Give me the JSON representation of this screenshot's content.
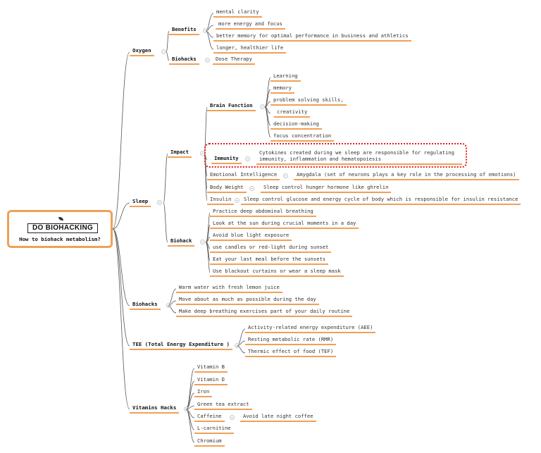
{
  "root": {
    "logo": "DO BIOHACKING",
    "title": "How to biohack metabolism?"
  },
  "oxygen": {
    "label": "Oxygen",
    "benefits": {
      "label": "Benefits",
      "items": [
        "mental clarity",
        "more energy and focus",
        "better memory for optimal performance in business and athletics",
        "longer, healthier life"
      ]
    },
    "biohacks": {
      "label": "Biohacks",
      "items": [
        "Dose Therapy"
      ]
    }
  },
  "sleep": {
    "label": "Sleep",
    "impact": {
      "label": "Impact",
      "brain": {
        "label": "Brain Function",
        "items": [
          "Learning",
          "memory",
          "problem solving skills,",
          "creativity",
          "decision-making",
          "focus concentration"
        ]
      },
      "immunity": {
        "label": "Immunity",
        "text": "Cytokines created during we sleep are responsible for regulating immunity, inflammation and hematopoiesis"
      },
      "emotional": {
        "label": "Emotional Intelligence",
        "text": "Amygdala (set of neurons plays a key role in the processing of emotions)"
      },
      "weight": {
        "label": "Body Weight",
        "text": "Sleep control hunger hormone like ghrelin"
      },
      "insulin": {
        "label": "Insulin",
        "text": "Sleep control glucose and energy cycle of body which is responsible for insulin resistance"
      }
    },
    "biohack": {
      "label": "Biohack",
      "items": [
        "Practice deep abdominal breathing",
        "Look at the sun during crucial moments in a day",
        "Avoid blue light exposure",
        "use candles or red-light during sunset",
        "Eat your last meal before the sunsets",
        "Use blackout curtains or wear a sleep mask"
      ]
    }
  },
  "biohacks": {
    "label": "Biohacks",
    "items": [
      "Warm water with fresh lemon juice",
      "Move about as much as possible during the day",
      "Make deep breathing exercises part of your daily routine"
    ]
  },
  "tee": {
    "label": "TEE (Total Energy Expenditure )",
    "items": [
      "Activity-related energy expenditure (AEE)",
      "Resting metabolic rate (RMR)",
      "Thermic effect of food (TEF)"
    ]
  },
  "vitamins": {
    "label": "Vitamins Hacks",
    "items": [
      "Vitamin B",
      "Vitamin D",
      "Iron",
      "Green tea extract",
      "Caffeine",
      "L-carnitine",
      "Chromium"
    ],
    "caffeine_note": "Avoid late night coffee"
  }
}
